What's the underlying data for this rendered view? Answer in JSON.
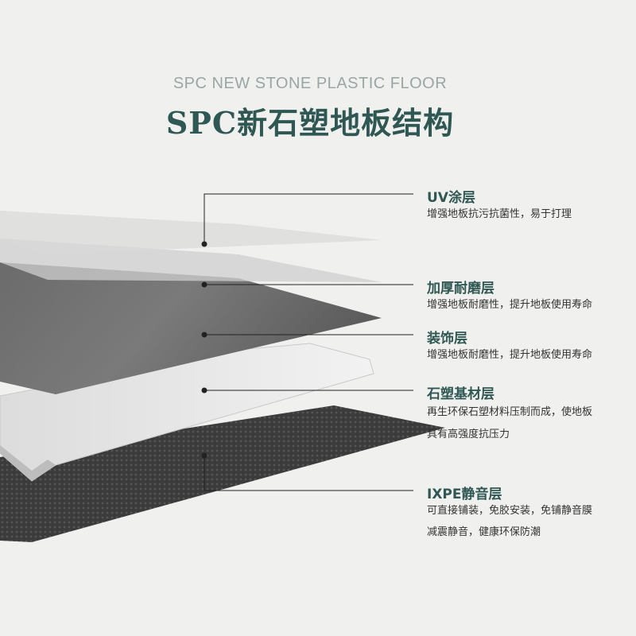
{
  "header": {
    "subtitle": "SPC NEW STONE PLASTIC FLOOR",
    "title": "SPC新石塑地板结构"
  },
  "layers": [
    {
      "label": "UV涂层",
      "desc": [
        "增强地板抗污抗菌性，易于打理"
      ]
    },
    {
      "label": "加厚耐磨层",
      "desc": [
        "增强地板耐磨性，提升地板使用寿命"
      ]
    },
    {
      "label": "装饰层",
      "desc": [
        "增强地板耐磨性，提升地板使用寿命"
      ]
    },
    {
      "label": "石塑基材层",
      "desc": [
        "再生环保石塑材料压制而成，使地板",
        "具有高强度抗压力"
      ]
    },
    {
      "label": "IXPE静音层",
      "desc": [
        "可直接铺装，免胶安装，免铺静音膜",
        "减震静音，健康环保防潮"
      ]
    }
  ],
  "colors": {
    "title": "#2f5753",
    "subtitle": "#9aa6a5",
    "leader_line": "#222222"
  }
}
